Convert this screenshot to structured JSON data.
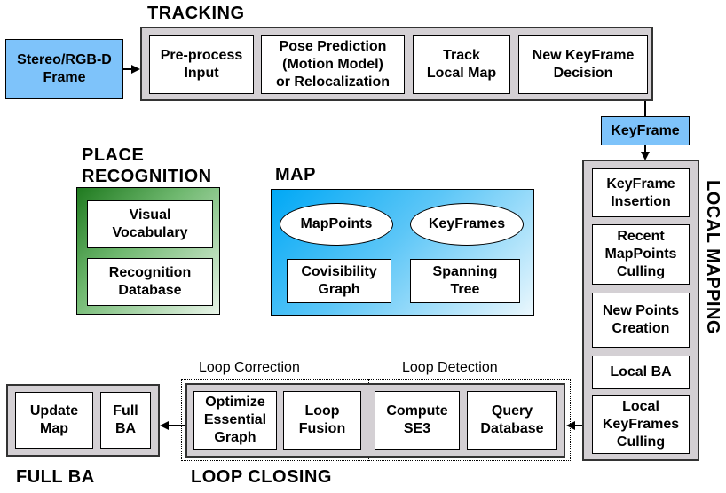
{
  "tracking": {
    "title": "TRACKING",
    "input": "Stereo/RGB-D\nFrame",
    "steps": [
      "Pre-process\nInput",
      "Pose Prediction\n(Motion Model)\nor Relocalization",
      "Track\nLocal Map",
      "New KeyFrame\nDecision"
    ]
  },
  "keyframe_label": "KeyFrame",
  "local_mapping": {
    "title": "LOCAL MAPPING",
    "steps": [
      "KeyFrame\nInsertion",
      "Recent\nMapPoints\nCulling",
      "New Points\nCreation",
      "Local BA",
      "Local\nKeyFrames\nCulling"
    ]
  },
  "place_recognition": {
    "title": "PLACE\nRECOGNITION",
    "items": [
      "Visual\nVocabulary",
      "Recognition\nDatabase"
    ]
  },
  "map": {
    "title": "MAP",
    "items": [
      "MapPoints",
      "KeyFrames",
      "Covisibility\nGraph",
      "Spanning\nTree"
    ]
  },
  "loop_closing": {
    "title": "LOOP CLOSING",
    "correction_label": "Loop Correction",
    "detection_label": "Loop Detection",
    "correction_steps": [
      "Optimize\nEssential\nGraph",
      "Loop\nFusion"
    ],
    "detection_steps": [
      "Compute\nSE3",
      "Query\nDatabase"
    ]
  },
  "full_ba": {
    "title": "FULL BA",
    "steps": [
      "Update\nMap",
      "Full\nBA"
    ]
  },
  "colors": {
    "group_fill": "#d4d0d4",
    "blue_box": "#7ec3fa",
    "map_gradient_start": "#00a8f5",
    "place_gradient_start": "#1f7a1f"
  }
}
